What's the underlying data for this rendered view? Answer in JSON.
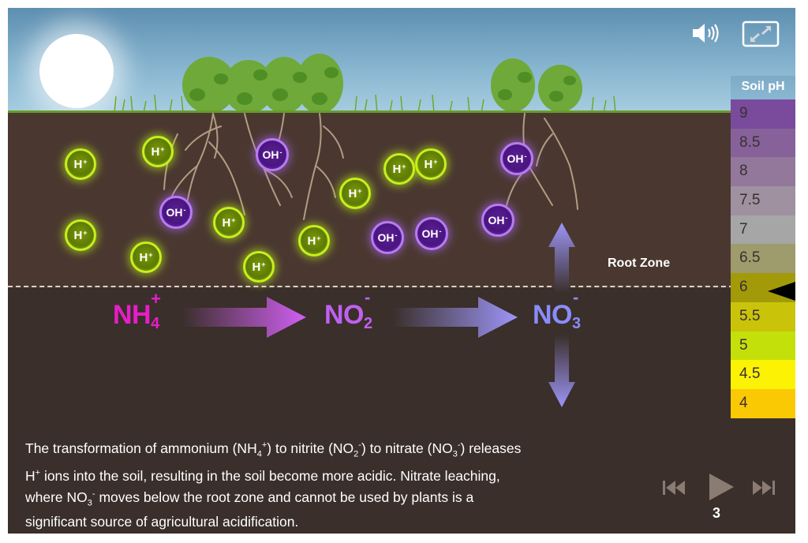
{
  "ions": [
    {
      "type": "h",
      "label": "H",
      "charge": "+"
    },
    {
      "type": "h",
      "label": "H",
      "charge": "+"
    },
    {
      "type": "oh",
      "label": "OH",
      "charge": "-"
    },
    {
      "type": "h",
      "label": "H",
      "charge": "+"
    },
    {
      "type": "oh",
      "label": "OH",
      "charge": "-"
    },
    {
      "type": "oh",
      "label": "OH",
      "charge": "-"
    },
    {
      "type": "h",
      "label": "H",
      "charge": "+"
    },
    {
      "type": "oh",
      "label": "OH",
      "charge": "-"
    },
    {
      "type": "h",
      "label": "H",
      "charge": "+"
    },
    {
      "type": "h",
      "label": "H",
      "charge": "+"
    },
    {
      "type": "h",
      "label": "H",
      "charge": "+"
    },
    {
      "type": "oh",
      "label": "OH",
      "charge": "-"
    },
    {
      "type": "oh",
      "label": "OH",
      "charge": "-"
    },
    {
      "type": "h",
      "label": "H",
      "charge": "+"
    },
    {
      "type": "h",
      "label": "H",
      "charge": "+"
    },
    {
      "type": "h",
      "label": "H",
      "charge": "+"
    }
  ],
  "root_zone_label": "Root Zone",
  "chemicals": {
    "nh4": {
      "base": "NH",
      "sub": "4",
      "sup": "+",
      "color": "#e61ec8"
    },
    "no2": {
      "base": "NO",
      "sub": "2",
      "sup": "-",
      "color": "#c060f0"
    },
    "no3": {
      "base": "NO",
      "sub": "3",
      "sup": "-",
      "color": "#8a8cfb"
    }
  },
  "caption": {
    "line1_a": "The transformation of ammonium (NH",
    "line1_b": "4",
    "line1_c": "+",
    "line1_d": ") to nitrite (NO",
    "line1_e": "2",
    "line1_f": "-",
    "line1_g": ") to nitrate (NO",
    "line1_h": "3",
    "line1_i": "-",
    "line1_j": ") releases",
    "line2_a": "H",
    "line2_b": "+",
    "line2_c": " ions into the soil, resulting in the soil become more acidic.  Nitrate leaching,",
    "line3_a": "where NO",
    "line3_b": "3",
    "line3_c": "-",
    "line3_d": " moves below the root zone and cannot be used by plants is a",
    "line4": "significant source of agricultural acidification."
  },
  "ph_scale": {
    "title": "Soil pH",
    "levels": [
      {
        "label": "9",
        "color": "#7a4a9c"
      },
      {
        "label": "8.5",
        "color": "#876199"
      },
      {
        "label": "8",
        "color": "#93789c"
      },
      {
        "label": "7.5",
        "color": "#9f919f"
      },
      {
        "label": "7",
        "color": "#a6a6a6"
      },
      {
        "label": "6.5",
        "color": "#9e9b6c"
      },
      {
        "label": "6",
        "color": "#a39a0a"
      },
      {
        "label": "5.5",
        "color": "#c9c40a"
      },
      {
        "label": "5",
        "color": "#c3e00a"
      },
      {
        "label": "4.5",
        "color": "#fbf204"
      },
      {
        "label": "4",
        "color": "#fbc904"
      }
    ],
    "current": "6"
  },
  "controls": {
    "page_number": "3",
    "icons": [
      "skip-back-icon",
      "play-icon",
      "skip-forward-icon"
    ]
  },
  "icons": {
    "speaker": "speaker-icon",
    "fullscreen": "fullscreen-icon"
  }
}
